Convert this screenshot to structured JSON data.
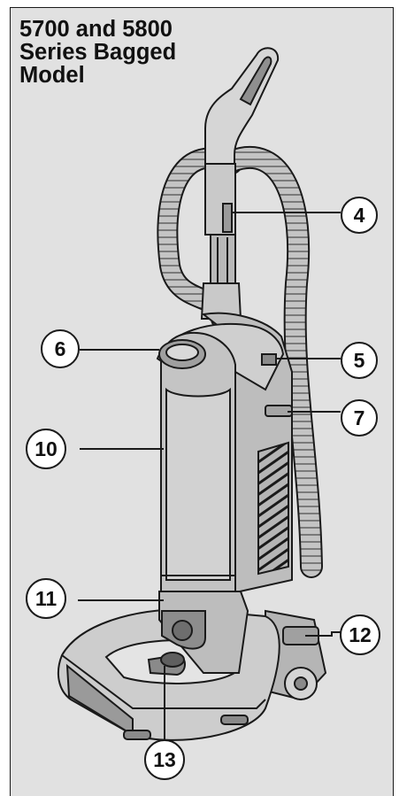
{
  "title": {
    "line1": "5700 and 5800",
    "line2": "Series Bagged",
    "line3": "Model"
  },
  "callouts": {
    "c4": "4",
    "c5": "5",
    "c6": "6",
    "c7": "7",
    "c10": "10",
    "c11": "11",
    "c12": "12",
    "c13": "13"
  },
  "colors": {
    "panel_background": "#e1e1e1",
    "outline": "#1a1a1a",
    "body_light": "#cfcfcf",
    "body_mid": "#b9b9b9",
    "body_dark": "#8f8f8f"
  }
}
